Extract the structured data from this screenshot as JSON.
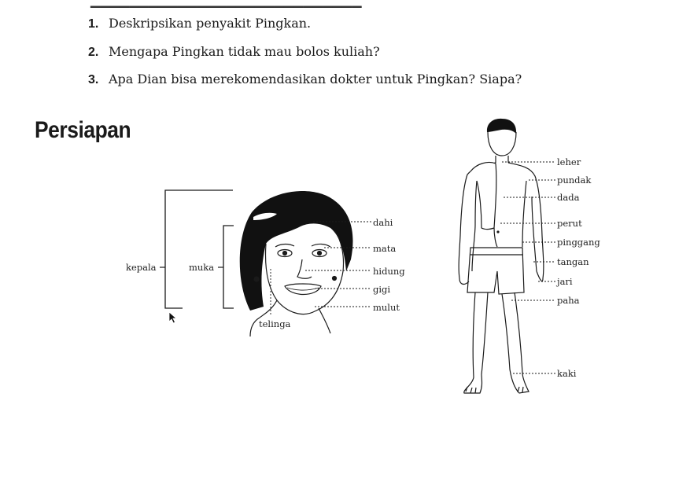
{
  "questions": {
    "items": [
      {
        "number": "1.",
        "text": "Deskripsikan penyakit Pingkan."
      },
      {
        "number": "2.",
        "text": "Mengapa Pingkan tidak mau bolos kuliah?"
      },
      {
        "number": "3.",
        "text": "Apa Dian bisa merekomendasikan dokter untuk Pingkan? Siapa?"
      }
    ]
  },
  "section": {
    "title": "Persiapan"
  },
  "head_figure": {
    "labels": {
      "kepala": "kepala",
      "muka": "muka",
      "dahi": "dahi",
      "mata": "mata",
      "hidung": "hidung",
      "gigi": "gigi",
      "mulut": "mulut",
      "telinga": "telinga"
    }
  },
  "body_figure": {
    "labels": {
      "leher": "leher",
      "pundak": "pundak",
      "dada": "dada",
      "perut": "perut",
      "pinggang": "pinggang",
      "tangan": "tangan",
      "jari": "jari",
      "paha": "paha",
      "kaki": "kaki"
    }
  }
}
